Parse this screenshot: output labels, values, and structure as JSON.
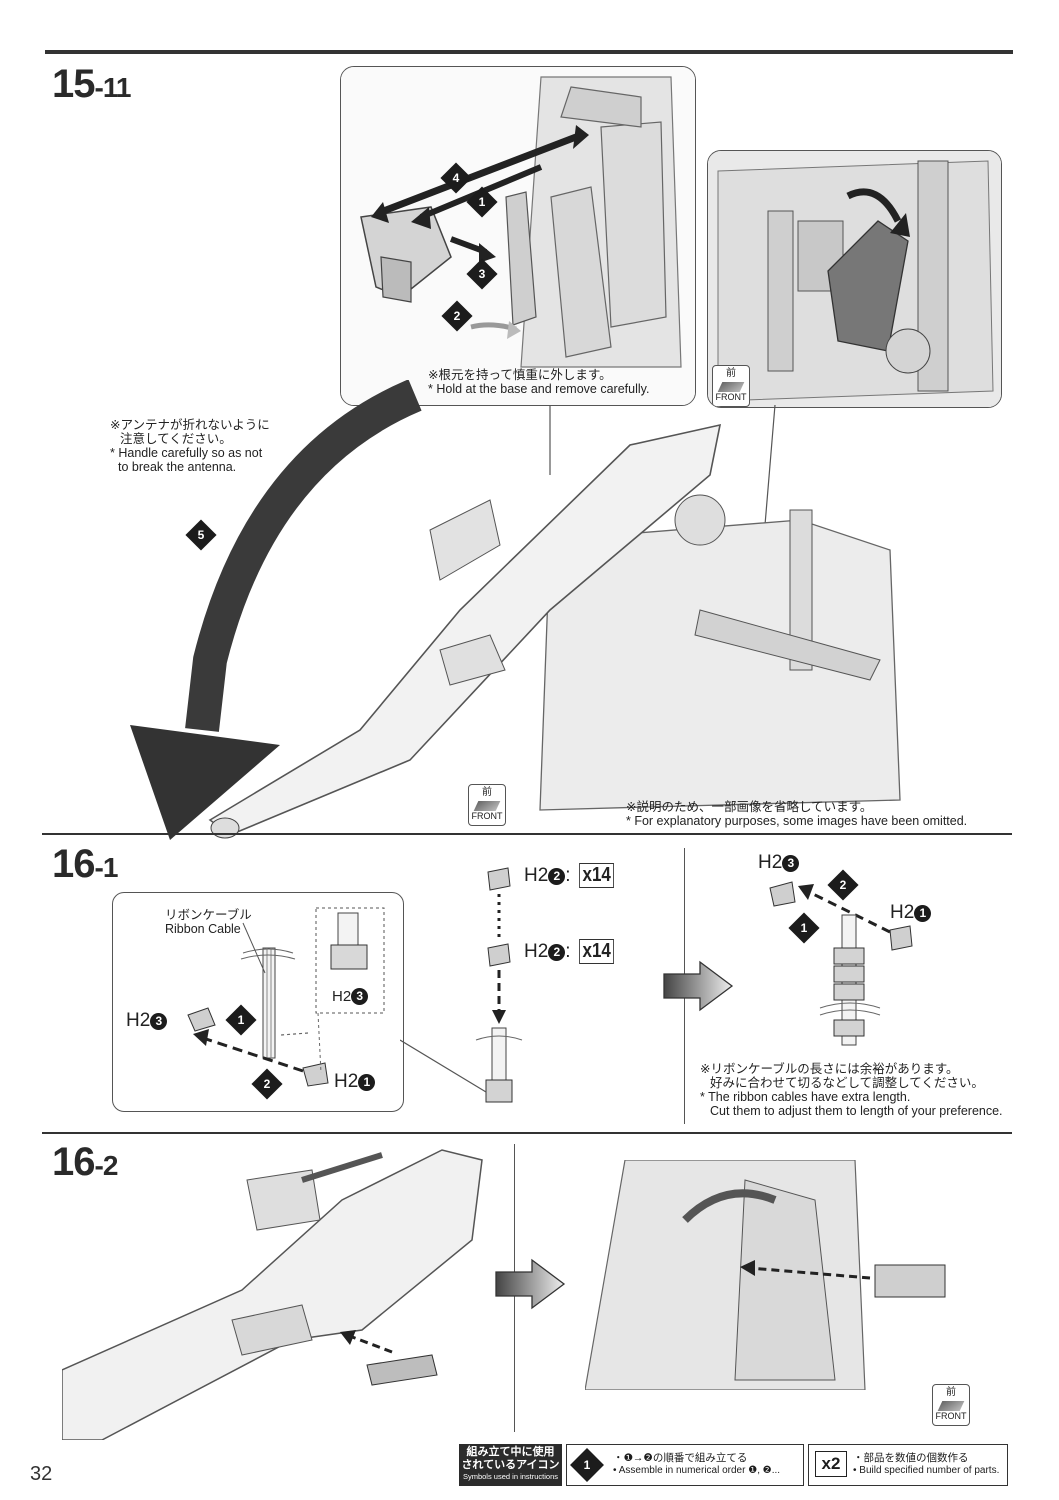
{
  "page": {
    "number": "32"
  },
  "steps": {
    "s15_11": {
      "main": "15",
      "sub": "-11"
    },
    "s16_1": {
      "main": "16",
      "sub": "-1"
    },
    "s16_2": {
      "main": "16",
      "sub": "-2"
    }
  },
  "notes": {
    "hold_base": {
      "ja": "※根元を持って慎重に外します。",
      "en": "* Hold at the base and remove carefully."
    },
    "antenna": {
      "ja1": "※アンテナが折れないように",
      "ja2": "注意してください。",
      "en1": "* Handle carefully so as not",
      "en2": "to break the antenna."
    },
    "omitted": {
      "ja": "※説明のため、一部画像を省略しています。",
      "en": "* For explanatory purposes, some images have been omitted."
    },
    "ribbon_length": {
      "ja1": "※リボンケーブルの長さには余裕があります。",
      "ja2": "好みに合わせて切るなどして調整してください。",
      "en1": "* The ribbon cables have extra length.",
      "en2": "Cut them to adjust them to length of your preference."
    }
  },
  "labels": {
    "ribbon_ja": "リボンケーブル",
    "ribbon_en": "Ribbon Cable",
    "front_ja": "前",
    "front_en": "FRONT",
    "h2": "H2",
    "n1": "1",
    "n2": "2",
    "n3": "3",
    "n4": "4",
    "n5": "5",
    "colon": ":",
    "x14": "x14"
  },
  "legend": {
    "title_ja1": "組み立て中に使用",
    "title_ja2": "されているアイコン",
    "title_en": "Symbols used in instructions",
    "order_ja": "・❶→❷の順番で組み立てる",
    "order_en": "• Assemble in numerical order ❶, ❷...",
    "count_icon": "x2",
    "count_ja": "・部品を数値の個数作る",
    "count_en": "• Build specified number of parts."
  }
}
